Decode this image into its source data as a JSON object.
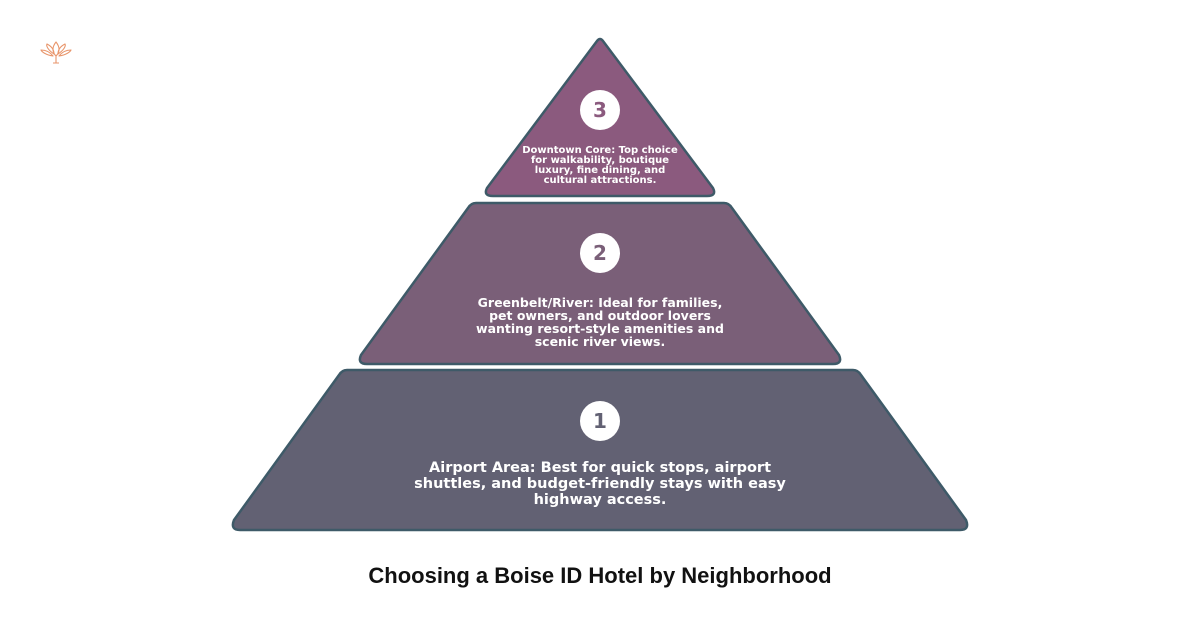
{
  "title": "Choosing a Boise ID Hotel by Neighborhood",
  "logo": {
    "icon": "lotus-icon",
    "color": "#E8956B"
  },
  "colors": {
    "tier_top": "#8B5A7E",
    "tier_middle": "#7A5F78",
    "tier_bottom": "#626173",
    "outline": "#3E5A68",
    "number_badge": "#ffffff"
  },
  "tiers": [
    {
      "number": "3",
      "text": "Downtown Core: Top choice for walkability, boutique luxury, fine dining, and cultural attractions."
    },
    {
      "number": "2",
      "text": "Greenbelt/River: Ideal for families, pet owners, and outdoor lovers wanting resort-style amenities and scenic river views."
    },
    {
      "number": "1",
      "text": "Airport Area: Best for quick stops, airport shuttles, and budget-friendly stays with easy highway access."
    }
  ]
}
